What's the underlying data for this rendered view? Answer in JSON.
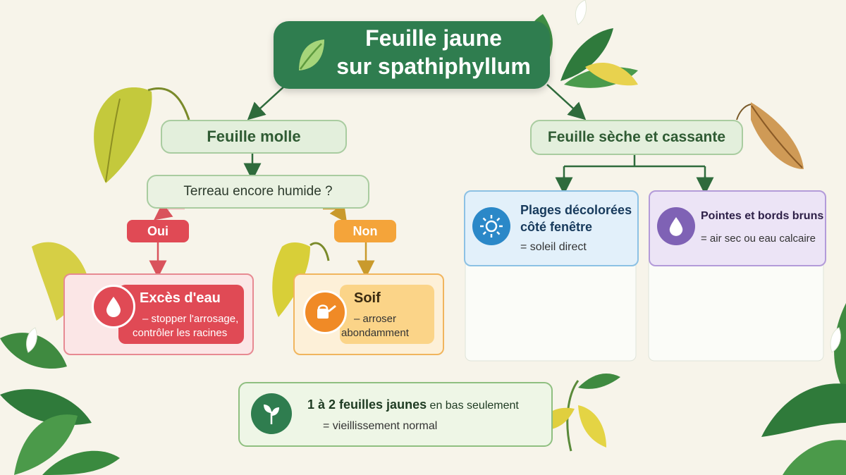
{
  "title": {
    "line1": "Feuille jaune",
    "line2": "sur spathiphyllum"
  },
  "branches": {
    "left": {
      "label": "Feuille molle"
    },
    "right": {
      "label": "Feuille sèche et cassante"
    }
  },
  "question": {
    "label": "Terreau encore humide ?"
  },
  "answers": {
    "yes": "Oui",
    "no": "Non"
  },
  "outcomes": {
    "excess": {
      "title": "Excès d'eau",
      "line1": "– stopper l'arrosage,",
      "line2": "contrôler les racines"
    },
    "thirst": {
      "title": "Soif",
      "line1": "– arroser",
      "line2": "abondamment"
    },
    "sun": {
      "title_line1": "Plages décolorées",
      "title_line2": "côté fenêtre",
      "detail": "= soleil direct"
    },
    "dry_air": {
      "title": "Pointes et bords bruns",
      "detail": "= air sec ou eau calcaire"
    },
    "normal": {
      "title_bold": "1 à 2 feuilles jaunes",
      "title_rest": " en bas seulement",
      "detail": "= vieillissement normal"
    }
  },
  "colors": {
    "primary_green": "#2f7d4f",
    "red": "#e04a55",
    "orange": "#f4a43a",
    "blue": "#2b88c8",
    "purple": "#7f62b5"
  },
  "icons": [
    "leaf-icon",
    "water-drop-icon",
    "watering-can-icon",
    "sun-icon",
    "water-drop-icon",
    "sprout-icon"
  ]
}
